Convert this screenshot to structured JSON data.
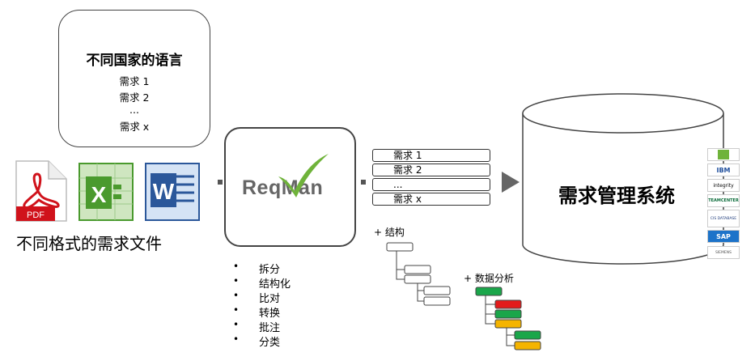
{
  "languages": {
    "title": "不同国家的语言",
    "items": [
      "需求 1",
      "需求 2",
      "...",
      "需求 x"
    ]
  },
  "files": {
    "pdf_label": "PDF",
    "label": "不同格式的需求文件"
  },
  "reqman": {
    "name": "ReqMan"
  },
  "requirements": [
    "需求 1",
    "需求 2",
    "...",
    "需求 x"
  ],
  "functions": [
    "拆分",
    "结构化",
    "比对",
    "转换",
    "批注",
    "分类"
  ],
  "structure_label": "+ 结构",
  "analysis_label": "+ 数据分析",
  "system": {
    "title": "需求管理系统",
    "integrations": [
      "IBM",
      "integrity",
      "TEAMCENTER",
      "CIS DATABASE",
      "SAP",
      "SIEMENS"
    ]
  },
  "colors": {
    "green": "#1aa64a",
    "red": "#e31b1b",
    "yellow": "#f5b400",
    "excel_green": "#4a9a2e",
    "word_blue": "#2b579a",
    "pdf_red": "#d0121b"
  }
}
